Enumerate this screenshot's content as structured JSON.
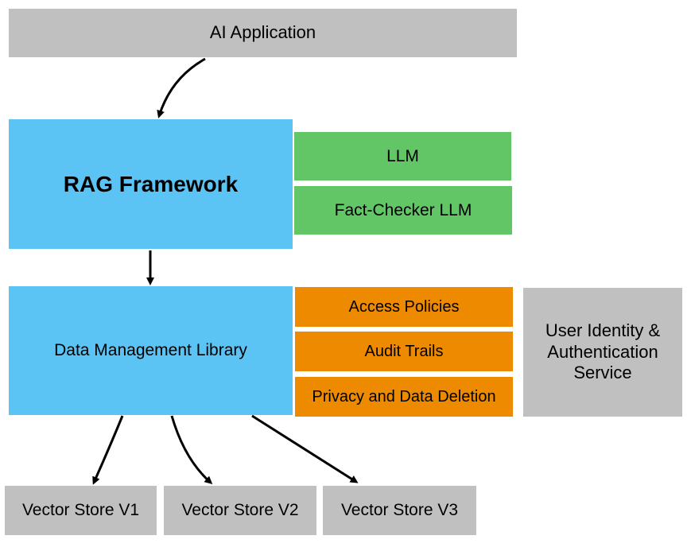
{
  "nodes": {
    "ai_application": "AI Application",
    "rag_framework": "RAG Framework",
    "llm": "LLM",
    "fact_checker_llm": "Fact-Checker LLM",
    "data_management_library": "Data Management Library",
    "access_policies": "Access Policies",
    "audit_trails": "Audit Trails",
    "privacy_data_deletion": "Privacy and Data Deletion",
    "user_identity_line1": "User Identity &",
    "user_identity_line2": "Authentication",
    "user_identity_line3": "Service",
    "vector_store_v1": "Vector Store V1",
    "vector_store_v2": "Vector Store V2",
    "vector_store_v3": "Vector Store V3"
  },
  "colors": {
    "gray": "#c0c0c0",
    "blue": "#5bc4f5",
    "green": "#62c667",
    "orange": "#ee8a00"
  }
}
